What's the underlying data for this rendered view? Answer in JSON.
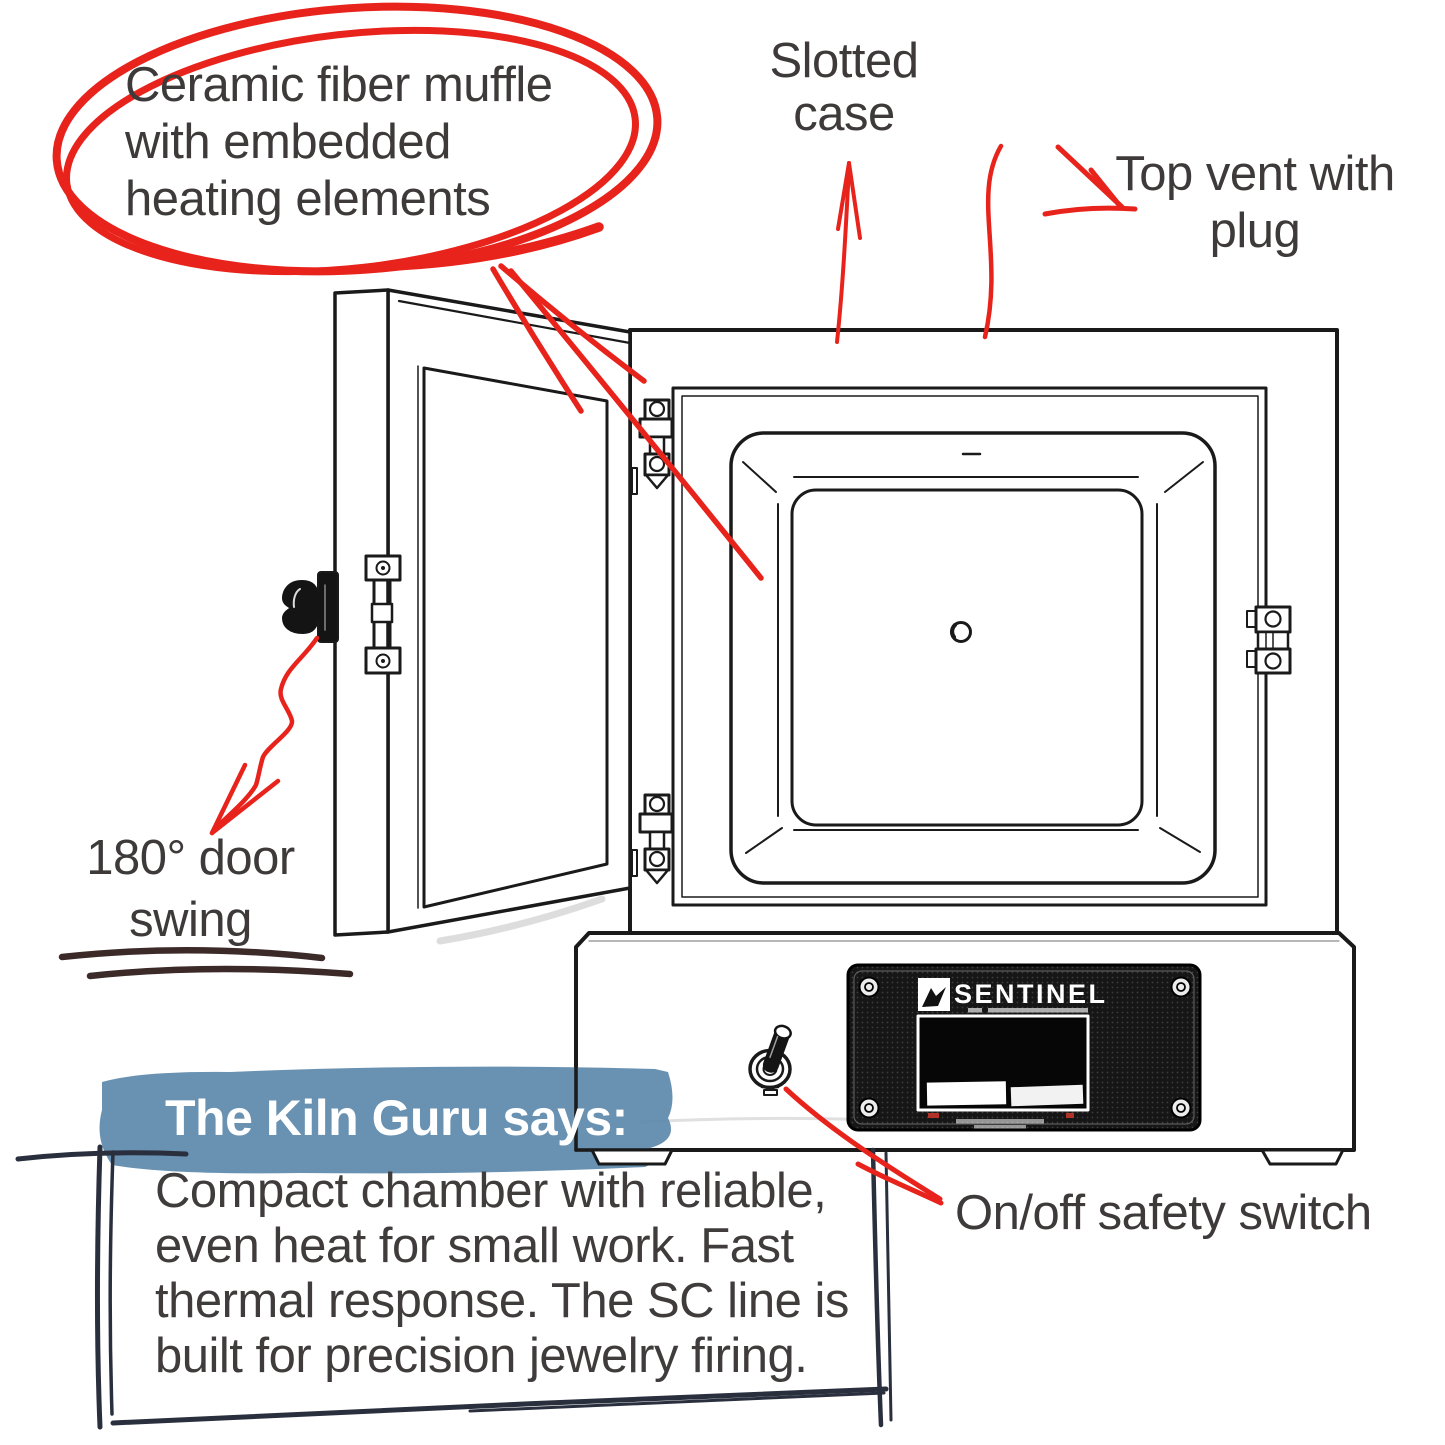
{
  "annotations": {
    "muffle_label": "Ceramic fiber muffle\nwith embedded\nheating elements",
    "slotted_case_label": "Slotted\ncase",
    "top_vent_label": "Top vent with\nplug",
    "door_swing_label": "180° door\nswing",
    "safety_switch_label": "On/off safety switch"
  },
  "callout": {
    "title": "The Kiln Guru says:",
    "body": "Compact chamber with reliable,\neven heat for small work. Fast\nthermal response. The SC line is\nbuilt for precision jewelry firing."
  },
  "device": {
    "brand": "SENTINEL"
  },
  "colors": {
    "annotation_red": "#e8231c",
    "highlight_blue": "#5d89ac",
    "ink": "#1a1a1a",
    "text_gray": "#3e3a3a",
    "sketch_dark": "#2a2f3e",
    "underline_maroon": "#3b2a28"
  }
}
